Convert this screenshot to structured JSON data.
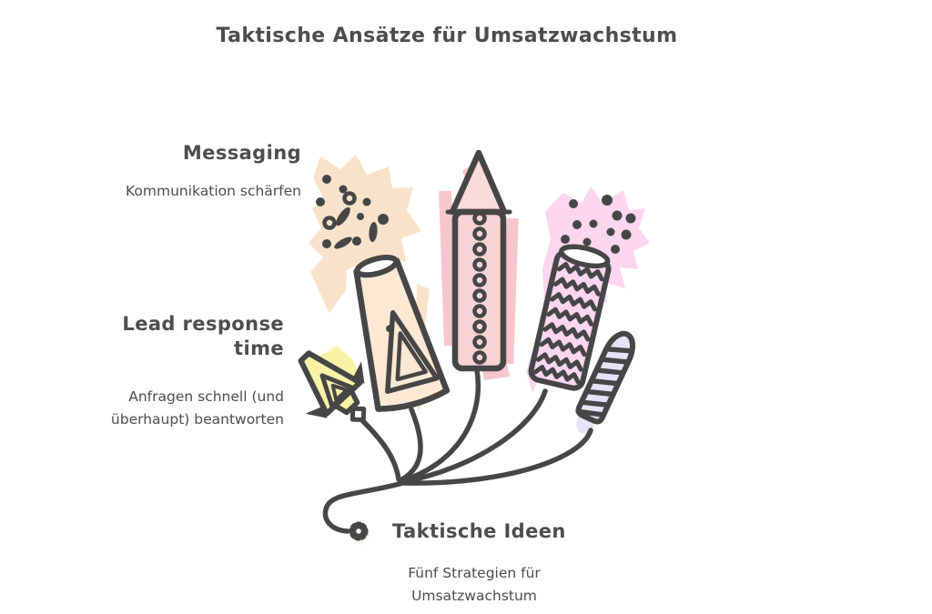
{
  "title": "Taktische Ansätze für Umsatzwachstum",
  "callouts": {
    "messaging": {
      "label": "Messaging",
      "description": "Kommunikation schärfen"
    },
    "lead_response": {
      "label": "Lead response time",
      "description": "Anfragen schnell (und überhaupt) beantworten"
    },
    "hub": {
      "label": "Taktische Ideen",
      "description": "Fünf Strategien für Umsatzwachstum"
    }
  },
  "illustration": {
    "description": "Five hand-drawn firework rockets fanning out from one shared fuse that ends in a small gear spark",
    "rockets": [
      {
        "name": "small yellow rocket",
        "color_key": "yellow"
      },
      {
        "name": "peach cone fountain with sparks",
        "color_key": "peach"
      },
      {
        "name": "tall pink rocket with rivets",
        "color_key": "pink"
      },
      {
        "name": "pink chevron tube with sparks",
        "color_key": "pink-splash"
      },
      {
        "name": "lavender striped rocket",
        "color_key": "lavender"
      }
    ],
    "fuse_end_icon": "gear-spark"
  },
  "colors": {
    "line": "#464646",
    "text": "#4d4d4d",
    "white": "#ffffff",
    "yellow": "#f9f1a6",
    "peach": "#f9e2ca",
    "peach-light": "#fce8d3",
    "pink": "#f8d3d3",
    "pink-light": "#fadbdb",
    "pink-accent": "#f6c6cf",
    "pink-splash": "#fbd6ee",
    "lavender": "#e6e3f8"
  }
}
